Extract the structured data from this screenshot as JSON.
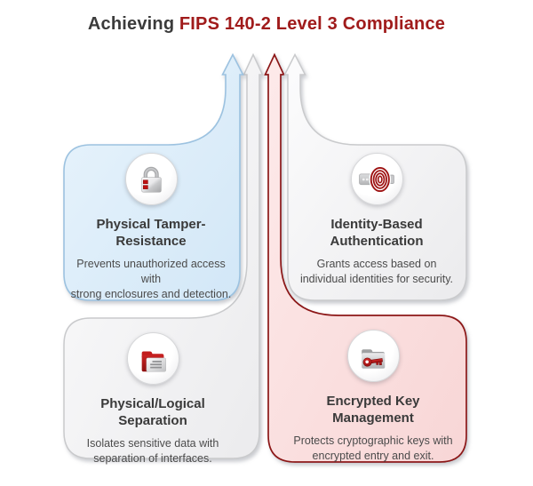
{
  "title": {
    "prefix": "Achieving",
    "highlight": "FIPS 140-2 Level 3 Compliance",
    "prefix_color": "#3b3b3b",
    "highlight_color": "#a01b1b"
  },
  "cards": [
    {
      "id": "physical-tamper-resistance",
      "icon": "padlock-icon",
      "fill_color": "#ddecf9",
      "border_color": "#9cc2e0",
      "title_lines": [
        "Physical Tamper-",
        "Resistance"
      ],
      "description_lines": [
        "Prevents unauthorized access with",
        "strong enclosures and detection."
      ]
    },
    {
      "id": "identity-based-authentication",
      "icon": "fingerprint-icon",
      "fill_color": "#f4f4f6",
      "border_color": "#c9cacc",
      "title_lines": [
        "Identity-Based",
        "Authentication"
      ],
      "description_lines": [
        "Grants access based on",
        "individual identities for security."
      ]
    },
    {
      "id": "physical-logical-separation",
      "icon": "folder-documents-icon",
      "fill_color": "#f4f4f6",
      "border_color": "#c9cacc",
      "title_lines": [
        "Physical/Logical Separation"
      ],
      "description_lines": [
        "Isolates sensitive data with",
        "separation of interfaces."
      ]
    },
    {
      "id": "encrypted-key-management",
      "icon": "folder-key-icon",
      "fill_color": "#fbdcdc",
      "border_color": "#8c1616",
      "title_lines": [
        "Encrypted Key Management"
      ],
      "description_lines": [
        "Protects cryptographic keys with",
        "encrypted entry and exit."
      ]
    }
  ],
  "flow_arrows": [
    {
      "name": "flow-arrow-physical-tamper-resistance",
      "color": "#cde4f6"
    },
    {
      "name": "flow-arrow-physical-logical-separation",
      "color": "#eeeeef"
    },
    {
      "name": "flow-arrow-encrypted-key-management",
      "color": "#f9dada"
    },
    {
      "name": "flow-arrow-identity-based-authentication",
      "color": "#eeeeef"
    }
  ]
}
